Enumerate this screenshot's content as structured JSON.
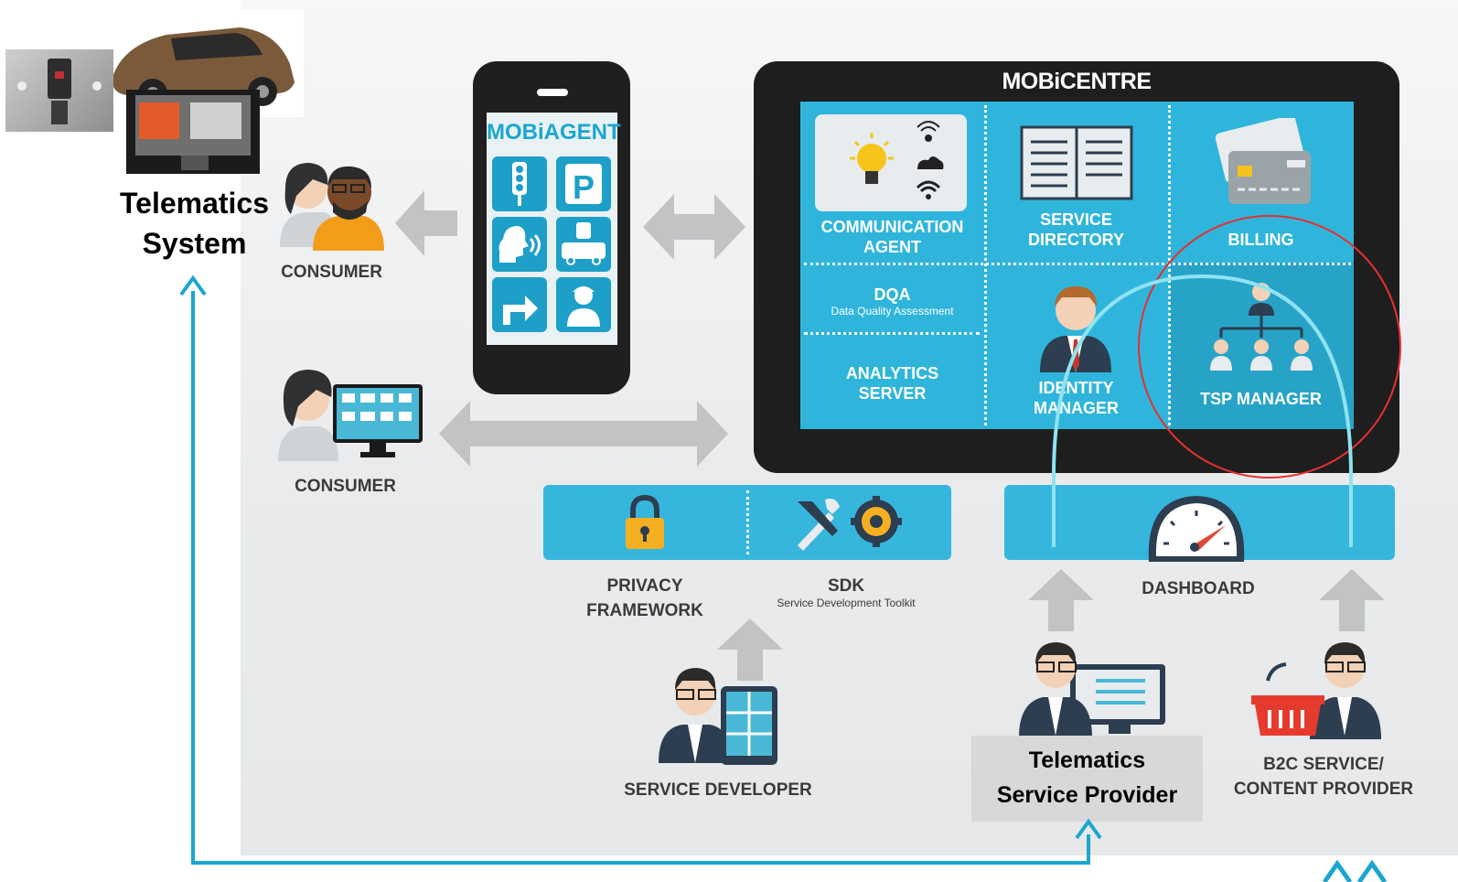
{
  "telematics_system": {
    "line1": "Telematics",
    "line2": "System"
  },
  "consumer_top": {
    "label": "CONSUMER"
  },
  "consumer_bottom": {
    "label": "CONSUMER"
  },
  "mobiagent": {
    "title": "MOBiAGENT"
  },
  "mobicentre": {
    "title": "MOBiCENTRE",
    "communication_agent": {
      "line1": "COMMUNICATION",
      "line2": "AGENT"
    },
    "service_directory": {
      "line1": "SERVICE",
      "line2": "DIRECTORY"
    },
    "billing": {
      "label": "BILLING"
    },
    "dqa": {
      "label": "DQA",
      "sub": "Data Quality Assessment"
    },
    "analytics_server": {
      "line1": "ANALYTICS",
      "line2": "SERVER"
    },
    "identity_manager": {
      "line1": "IDENTITY",
      "line2": "MANAGER"
    },
    "tsp_manager": {
      "label": "TSP MANAGER"
    }
  },
  "privacy_framework": {
    "line1": "PRIVACY",
    "line2": "FRAMEWORK"
  },
  "sdk": {
    "label": "SDK",
    "sub": "Service Development Toolkit"
  },
  "dashboard": {
    "label": "DASHBOARD"
  },
  "service_developer": {
    "label": "SERVICE DEVELOPER"
  },
  "telematics_service_provider": {
    "line1": "Telematics",
    "line2": "Service Provider"
  },
  "b2c_provider": {
    "line1": "B2C SERVICE/",
    "line2": "CONTENT PROVIDER"
  },
  "colors": {
    "accent": "#1ba6cf",
    "highlight_circle": "#e53030",
    "arc": "#8fe3f2",
    "arrow": "#c2c3c5"
  }
}
